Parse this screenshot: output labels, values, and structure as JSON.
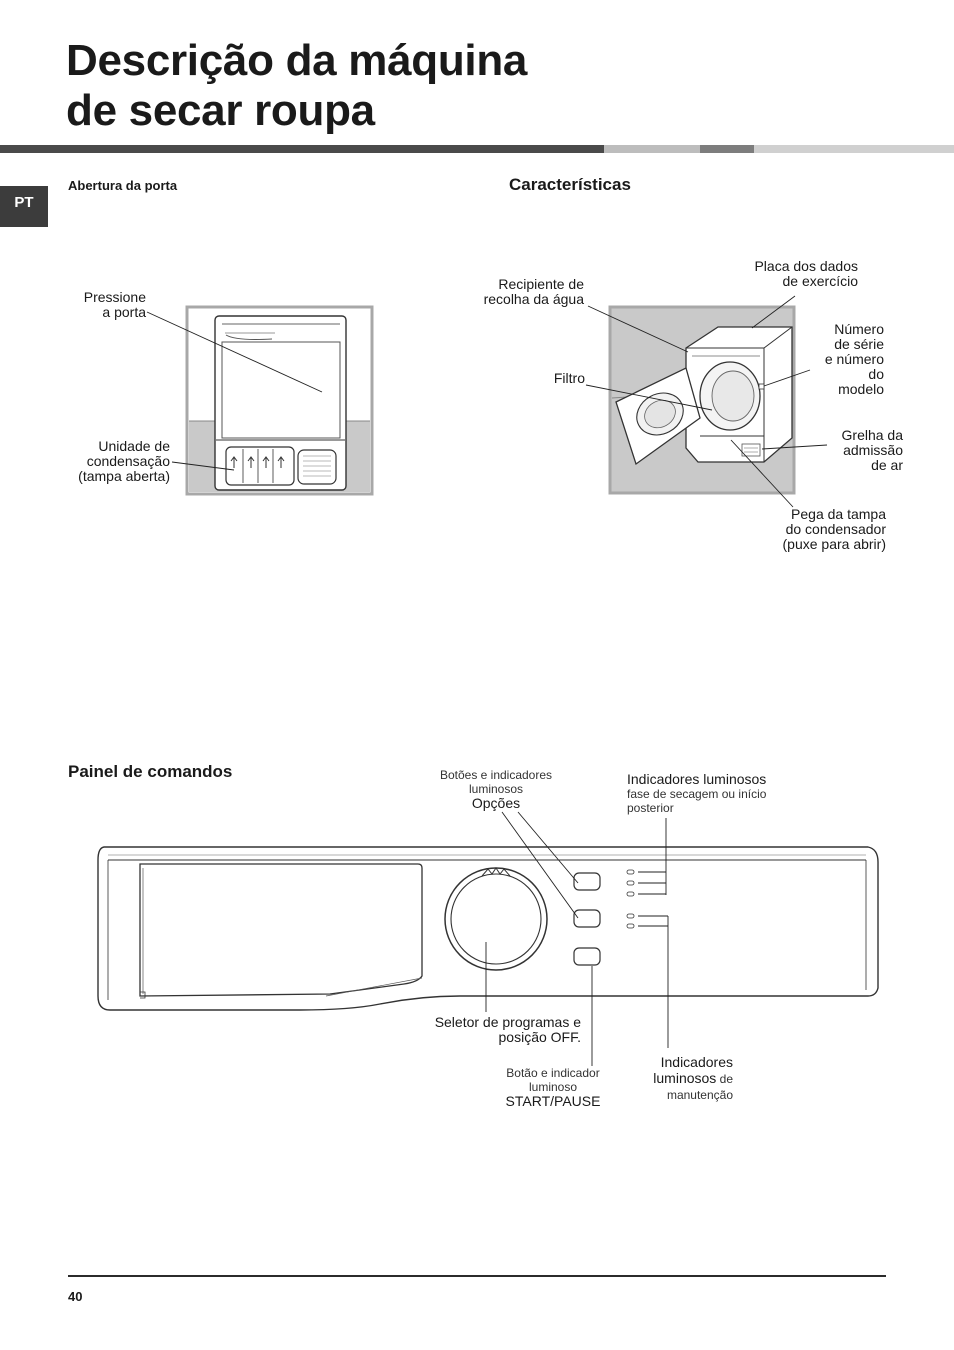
{
  "header": {
    "title_line1": "Descrição da máquina",
    "title_line2": "de secar roupa",
    "language_tab": "PT"
  },
  "colors": {
    "bar_dark": "#4a4a4a",
    "bar_light": "#bdbdbd",
    "bar_mid": "#7d7d7d",
    "photo_bg": "#c9c9c9",
    "tab_bg": "#3c3c3c"
  },
  "door_section": {
    "heading": "Abertura da porta",
    "labels": {
      "press_door": [
        "Pressione",
        "a porta"
      ],
      "condenser_unit": [
        "Unidade de",
        "condensação",
        "(tampa aberta)"
      ]
    }
  },
  "features_section": {
    "heading": "Características",
    "labels": {
      "water_container": [
        "Recipiente de",
        "recolha da água"
      ],
      "rating_plate": [
        "Placa dos dados",
        "de exercício"
      ],
      "serial_model": [
        "Número",
        "de série",
        "e número",
        "do",
        "modelo"
      ],
      "filter": [
        "Filtro"
      ],
      "air_grille": [
        "Grelha da",
        "admissão",
        "de ar"
      ],
      "condenser_handle": [
        "Pega da tampa",
        "do condensador",
        "(puxe para abrir)"
      ]
    }
  },
  "control_panel": {
    "heading": "Painel de comandos",
    "options": {
      "small": [
        "Botões e indicadores",
        "luminosos"
      ],
      "main": "Opções"
    },
    "indicator_lights": {
      "main": "Indicadores luminosos",
      "small": [
        "fase de secagem ou início",
        "posterior"
      ]
    },
    "program_selector": [
      "Seletor de programas e",
      "posição OFF."
    ],
    "start_pause": {
      "small": [
        "Botão e indicador",
        "luminoso"
      ],
      "main": "START/PAUSE"
    },
    "maintenance": {
      "main_line1": "Indicadores",
      "main_line2": "luminosos",
      "small_suffix": " de",
      "small_line": "manutenção"
    }
  },
  "footer": {
    "page_number": "40"
  }
}
